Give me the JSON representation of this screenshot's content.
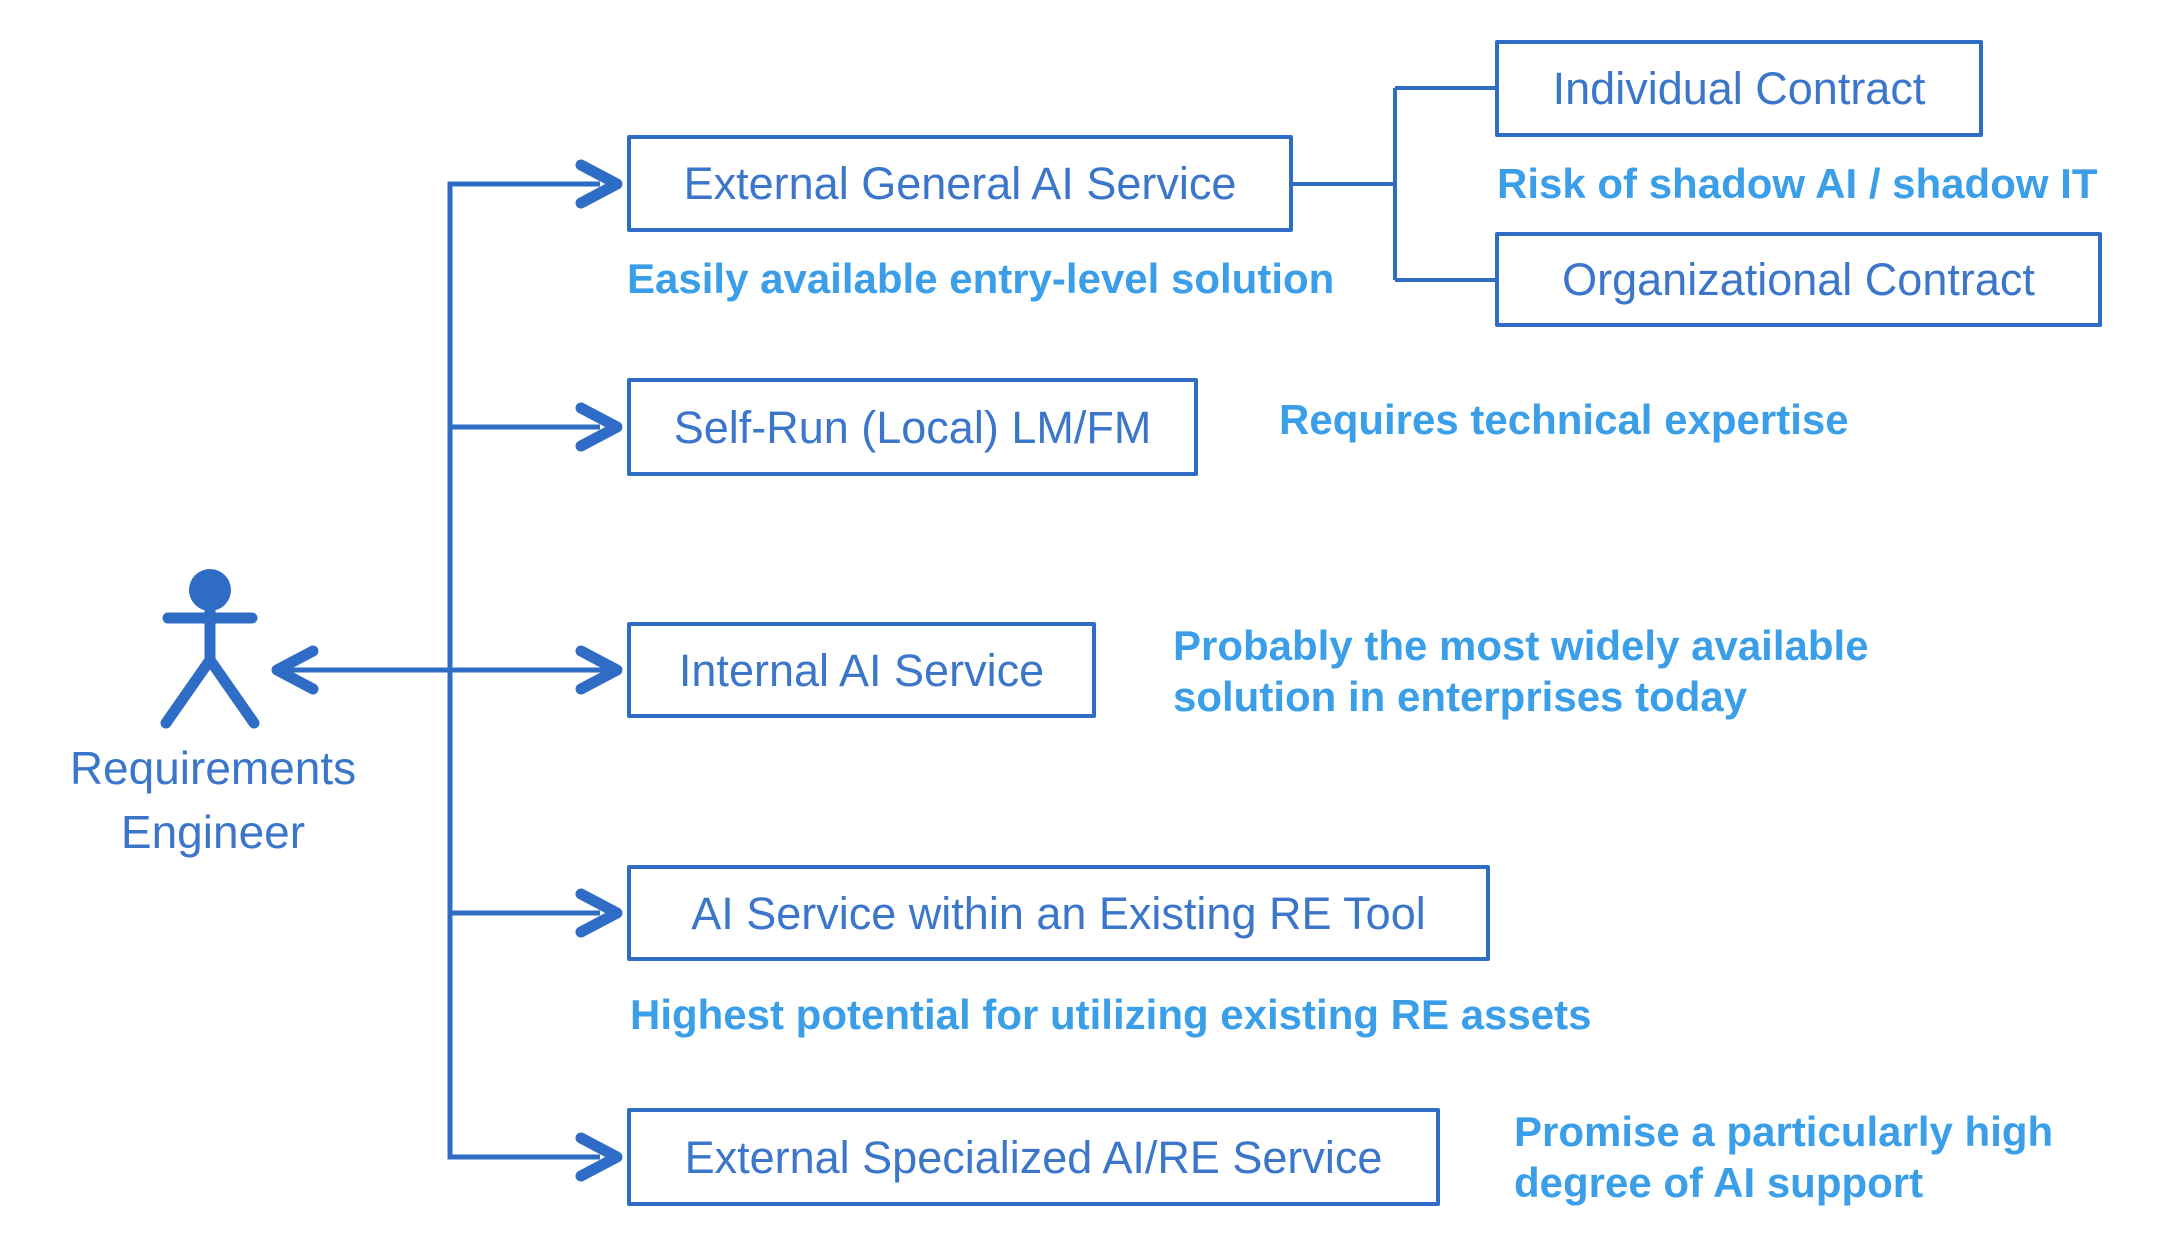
{
  "colors": {
    "line": "#2e6cc6",
    "label": "#3b76cb",
    "note": "#3b9ee8",
    "bg": "#ffffff"
  },
  "actor": {
    "label": "Requirements\nEngineer"
  },
  "options": [
    {
      "label": "External General AI Service",
      "annotation": "Easily available entry-level solution"
    },
    {
      "label": "Self-Run (Local) LM/FM",
      "annotation": "Requires technical expertise"
    },
    {
      "label": "Internal AI Service",
      "annotation": "Probably the most widely available\nsolution in enterprises today"
    },
    {
      "label": "AI Service within an Existing RE Tool",
      "annotation": "Highest potential for utilizing existing RE assets"
    },
    {
      "label": "External Specialized AI/RE Service",
      "annotation": "Promise a particularly high\ndegree of AI support"
    }
  ],
  "contracts": {
    "items": [
      {
        "label": "Individual Contract"
      },
      {
        "label": "Organizational Contract"
      }
    ],
    "annotation": "Risk of shadow AI / shadow IT"
  }
}
